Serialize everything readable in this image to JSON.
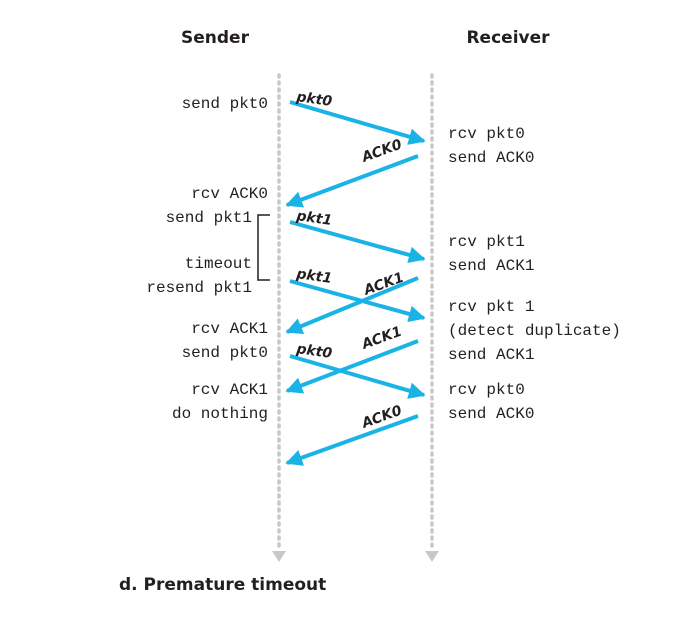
{
  "headers": {
    "sender": "Sender",
    "receiver": "Receiver"
  },
  "caption": "d. Premature timeout",
  "colors": {
    "arrow": "#1ab3e6",
    "timeline": "#c8c8c8",
    "text": "#231f20"
  },
  "sender_events": [
    "send pkt0",
    "rcv ACK0",
    "send pkt1",
    "timeout",
    "resend pkt1",
    "rcv ACK1",
    "send pkt0",
    "rcv ACK1",
    "do nothing"
  ],
  "receiver_events": [
    "rcv pkt0",
    "send ACK0",
    "rcv pkt1",
    "send ACK1",
    "rcv pkt 1",
    "(detect duplicate)",
    "send ACK1",
    "rcv pkt0",
    "send ACK0"
  ],
  "messages": [
    "pkt0",
    "ACK0",
    "pkt1",
    "pkt1",
    "ACK1",
    "ACK1",
    "pkt0",
    "ACK0"
  ]
}
